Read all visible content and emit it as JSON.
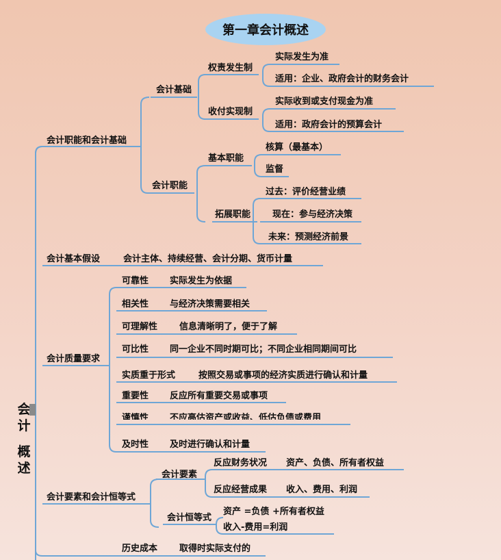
{
  "title": "第一章会计概述",
  "root": {
    "line1": "会",
    "line2": "计",
    "line3": "概",
    "line4": "述"
  },
  "colors": {
    "line": "#6ea6d6",
    "title_bg": "#a9d3f1"
  },
  "branch1": {
    "label": "会计职能和会计基础",
    "basis": {
      "label": "会计基础",
      "accrual": {
        "label": "权责发生制",
        "items": [
          "实际发生为准",
          "适用：企业、政府会计的财务会计"
        ]
      },
      "cash": {
        "label": "收付实现制",
        "items": [
          "实际收到或支付现金为准",
          "适用：政府会计的预算会计"
        ]
      }
    },
    "functions": {
      "label": "会计职能",
      "basic": {
        "label": "基本职能",
        "items": [
          "核算（最基本）",
          "监督"
        ]
      },
      "extended": {
        "label": "拓展职能",
        "items": [
          "过去：评价经营业绩",
          "现在：参与经济决策",
          "未来：预测经济前景"
        ]
      }
    }
  },
  "branch2": {
    "label": "会计基本假设",
    "detail": "会计主体、持续经营、会计分期、货币计量"
  },
  "branch3": {
    "label": "会计质量要求",
    "items": [
      {
        "name": "可靠性",
        "desc": "实际发生为依据"
      },
      {
        "name": "相关性",
        "desc": "与经济决策需要相关"
      },
      {
        "name": "可理解性",
        "desc": "信息清晰明了，便于了解"
      },
      {
        "name": "可比性",
        "desc": "同一企业不同时期可比；不同企业相同期间可比"
      },
      {
        "name": "实质重于形式",
        "desc": "按照交易或事项的经济实质进行确认和计量"
      },
      {
        "name": "重要性",
        "desc": "反应所有重要交易或事项"
      },
      {
        "name": "谨慎性",
        "desc": "不应高估资产或收益、低估负债或费用"
      },
      {
        "name": "及时性",
        "desc": "及时进行确认和计量"
      }
    ]
  },
  "branch4": {
    "label": "会计要素和会计恒等式",
    "elements": {
      "label": "会计要素",
      "financial": {
        "label": "反应财务状况",
        "detail": "资产、负债、所有者权益"
      },
      "operating": {
        "label": "反应经营成果",
        "detail": "收入、费用、利润"
      }
    },
    "equation": {
      "label": "会计恒等式",
      "items": [
        "资产 =负债 +所有者权益",
        "收入-费用=利润"
      ]
    }
  },
  "branch5": {
    "label": "历史成本",
    "detail": "取得时实际支付的"
  }
}
